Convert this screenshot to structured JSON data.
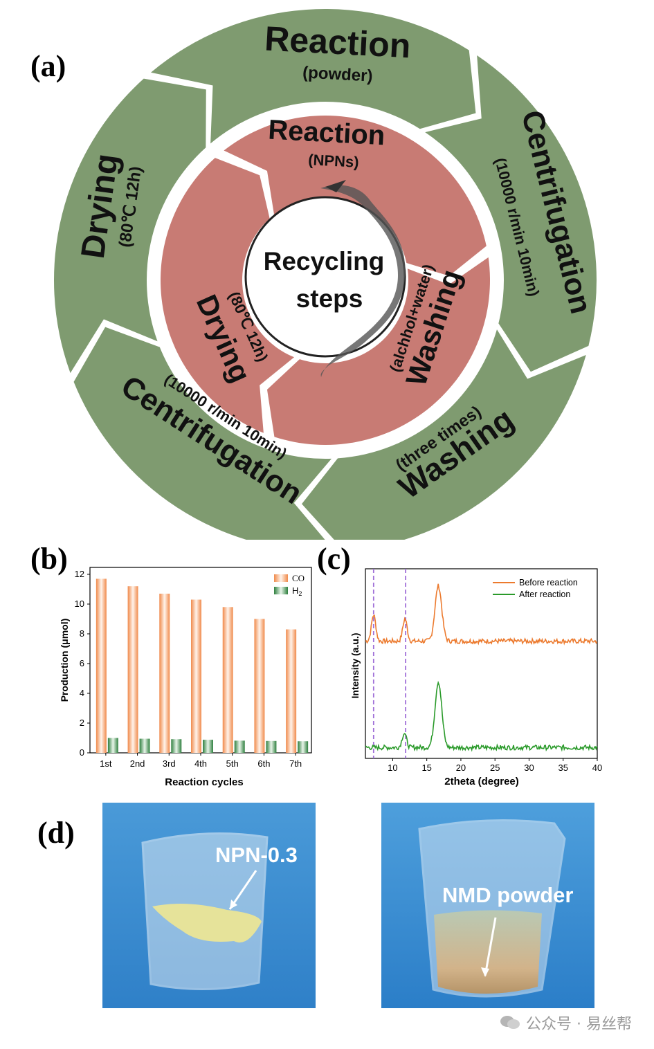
{
  "panels": {
    "a": "(a)",
    "b": "(b)",
    "c": "(c)",
    "d": "(d)"
  },
  "cycle": {
    "center": [
      "Recycling",
      "steps"
    ],
    "outer": [
      {
        "title": "Reaction",
        "sub": "(powder)"
      },
      {
        "title": "Centrifugation",
        "sub": "(10000 r/min 10min)"
      },
      {
        "title": "Washing",
        "sub": "(three times)"
      },
      {
        "title": "Centrifugation",
        "sub": "(10000 r/min 10min)"
      },
      {
        "title": "Drying",
        "sub": "(80℃ 12h)"
      }
    ],
    "inner": [
      {
        "title": "Reaction",
        "sub": "(NPNs)"
      },
      {
        "title": "Washing",
        "sub": "(alchhol+water)"
      },
      {
        "title": "Drying",
        "sub": "(80℃ 12h)"
      }
    ],
    "colors": {
      "outer": "#7f9b70",
      "inner": "#c87b74"
    }
  },
  "chart_data": [
    {
      "type": "bar",
      "categories": [
        "1st",
        "2nd",
        "3rd",
        "4th",
        "5th",
        "6th",
        "7th"
      ],
      "series": [
        {
          "name": "CO",
          "values": [
            11.7,
            11.2,
            10.7,
            10.3,
            9.8,
            9.0,
            8.3
          ],
          "color": "#f5a06a"
        },
        {
          "name": "H2",
          "values": [
            1.0,
            0.95,
            0.92,
            0.88,
            0.82,
            0.8,
            0.78
          ],
          "color": "#4c9a5a"
        }
      ],
      "xlabel": "Reaction cycles",
      "ylabel": "Production (μmol)",
      "ylim": [
        0,
        12
      ],
      "yticks": [
        "0",
        "2",
        "4",
        "6",
        "8",
        "10",
        "12"
      ],
      "legend": "top-right"
    },
    {
      "type": "line",
      "xlabel": "2theta (degree)",
      "ylabel": "Intensity (a.u.)",
      "xlim": [
        6,
        40
      ],
      "xticks": [
        "10",
        "15",
        "20",
        "25",
        "30",
        "35",
        "40"
      ],
      "reference_lines_x": [
        7.2,
        11.9
      ],
      "legend": "top-right",
      "series": [
        {
          "name": "Before reaction",
          "color": "#ec7a2e",
          "peaks": [
            [
              7.2,
              1.0
            ],
            [
              11.8,
              0.85
            ],
            [
              16.7,
              2.1
            ]
          ],
          "baseline": 0.3
        },
        {
          "name": "After reaction",
          "color": "#2a9a2a",
          "peaks": [
            [
              11.7,
              0.55
            ],
            [
              16.7,
              2.5
            ]
          ],
          "baseline": 0.15
        }
      ]
    }
  ],
  "photos": {
    "left_label": "NPN-0.3",
    "right_label": "NMD powder"
  },
  "watermark": "公众号 · 易丝帮"
}
